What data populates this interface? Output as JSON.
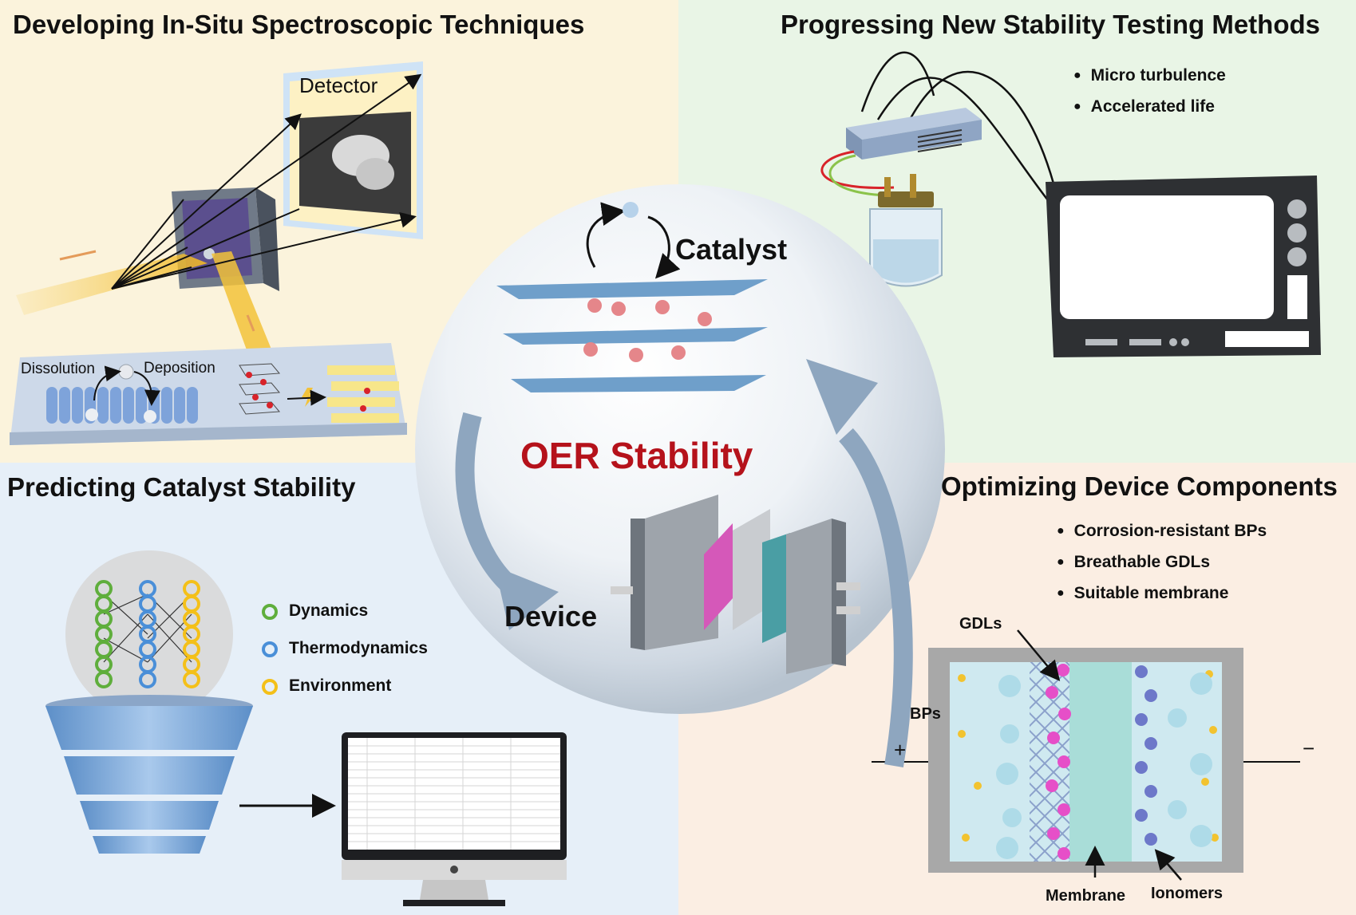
{
  "center": {
    "title": "OER Stability",
    "catalyst_label": "Catalyst",
    "device_label": "Device"
  },
  "top_left": {
    "heading": "Developing In-Situ Spectroscopic Techniques",
    "detector_label": "Detector",
    "dissolution_label": "Dissolution",
    "deposition_label": "Deposition"
  },
  "top_right": {
    "heading": "Progressing New Stability Testing Methods",
    "bullets": [
      "Micro turbulence",
      "Accelerated life"
    ]
  },
  "bottom_left": {
    "heading": "Predicting Catalyst Stability",
    "legend": [
      "Dynamics",
      "Thermodynamics",
      "Environment"
    ]
  },
  "bottom_right": {
    "heading": "Optimizing Device Components",
    "bullets": [
      "Corrosion-resistant BPs",
      "Breathable GDLs",
      "Suitable membrane"
    ],
    "labels": {
      "gdls": "GDLs",
      "bps": "BPs",
      "membrane": "Membrane",
      "ionomers": "Ionomers",
      "plus": "+",
      "minus": "−"
    }
  },
  "colors": {
    "title_red": "#b5121b",
    "arrow_blue": "#8ea6bf",
    "legend_dynamics": "#5fae3c",
    "legend_thermodynamics": "#4a8fd8",
    "legend_environment": "#f4c019",
    "membrane_pink": "#e64fc8",
    "sine_red": "#e0323c"
  }
}
